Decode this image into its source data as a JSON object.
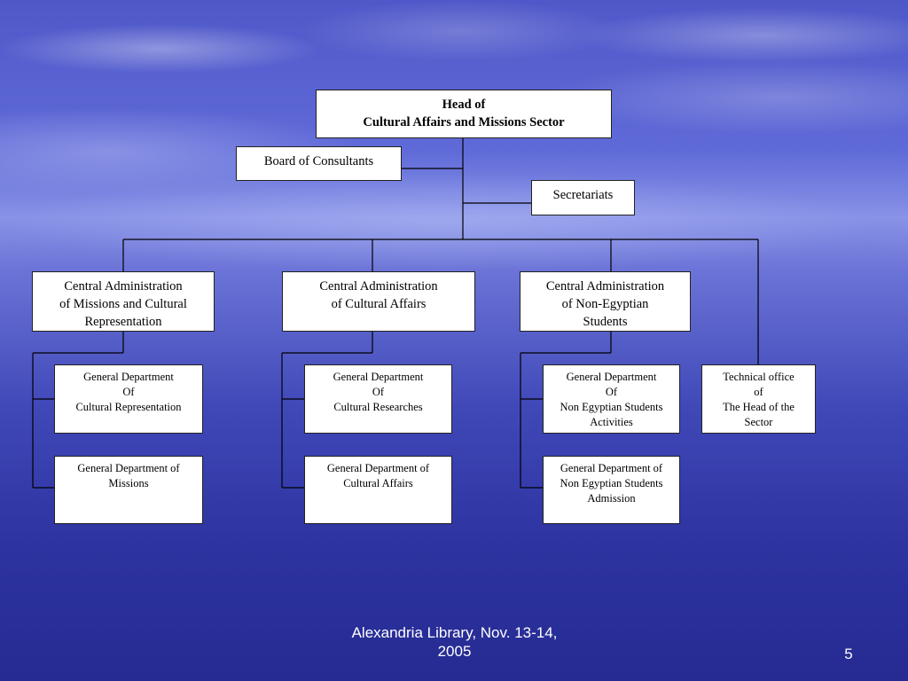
{
  "head": {
    "lines": [
      "Head of",
      "Cultural Affairs and Missions Sector"
    ]
  },
  "board": {
    "lines": [
      "Board of Consultants"
    ]
  },
  "secretariats": {
    "lines": [
      "Secretariats"
    ]
  },
  "admins": [
    {
      "lines": [
        "Central Administration",
        "of Missions and Cultural",
        "Representation"
      ]
    },
    {
      "lines": [
        "Central Administration",
        "of Cultural Affairs"
      ]
    },
    {
      "lines": [
        "Central Administration",
        "of Non-Egyptian",
        "Students"
      ]
    }
  ],
  "departments": [
    {
      "lines": [
        "General Department",
        "Of",
        "Cultural Representation"
      ]
    },
    {
      "lines": [
        "General Department of",
        "Missions"
      ]
    },
    {
      "lines": [
        "General Department",
        "Of",
        "Cultural Researches"
      ]
    },
    {
      "lines": [
        "General Department of",
        "Cultural Affairs"
      ]
    },
    {
      "lines": [
        "General Department",
        "Of",
        "Non Egyptian Students",
        "Activities"
      ]
    },
    {
      "lines": [
        "General Department of",
        "Non Egyptian Students",
        "Admission"
      ]
    }
  ],
  "technical_office": {
    "lines": [
      "Technical office",
      "of",
      "The Head of the",
      "Sector"
    ]
  },
  "footer": {
    "text_line1": "Alexandria Library, Nov. 13-14,",
    "text_line2": "2005",
    "page_number": "5"
  },
  "colors": {
    "line": "#000000",
    "box_fill": "#ffffff",
    "footer_text": "#ffffff"
  }
}
